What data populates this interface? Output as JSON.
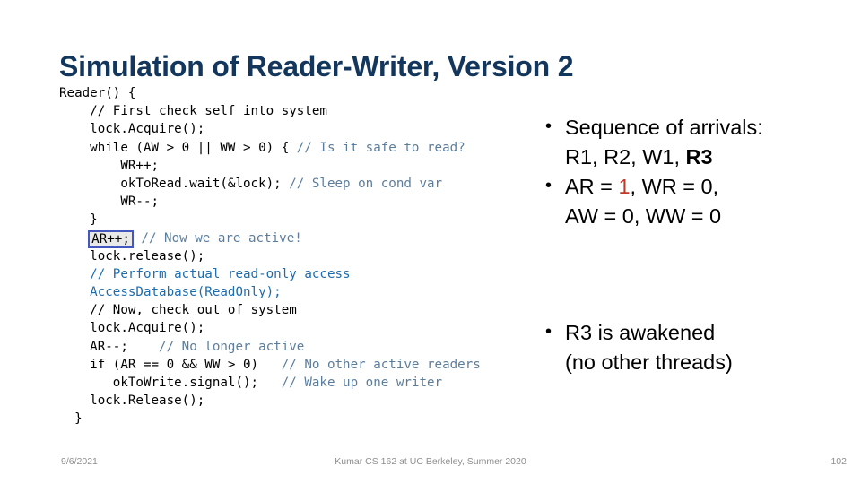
{
  "slide": {
    "title": "Simulation of Reader-Writer, Version 2",
    "title_color": "#12365C",
    "background": "#ffffff"
  },
  "code": {
    "language": "c-like",
    "colors": {
      "default": "#000000",
      "comment_gray_blue": "#5C7D9B",
      "blue_emphasis": "#1C6CAE",
      "highlight_border": "#4457BE",
      "highlight_fill": "#E9E9E9"
    },
    "lines": [
      {
        "indent": "",
        "code": "Reader() {",
        "comment": "",
        "style": "plain"
      },
      {
        "indent": "    ",
        "code": "// First check self into system",
        "comment": "",
        "style": "plain"
      },
      {
        "indent": "    ",
        "code": "lock.Acquire();",
        "comment": "",
        "style": "plain"
      },
      {
        "indent": "    ",
        "code": "while (AW > 0 || WW > 0) {",
        "comment": "// Is it safe to read?",
        "style": "plain"
      },
      {
        "indent": "        ",
        "code": "WR++;",
        "comment": "",
        "style": "plain"
      },
      {
        "indent": "        ",
        "code": "okToRead.wait(&lock);",
        "comment": "// Sleep on cond var",
        "style": "plain"
      },
      {
        "indent": "        ",
        "code": "WR--;",
        "comment": "",
        "style": "plain"
      },
      {
        "indent": "    ",
        "code": "}",
        "comment": "",
        "style": "plain"
      },
      {
        "indent": "    ",
        "code": "AR++;",
        "comment": "// Now we are active!",
        "style": "highlight"
      },
      {
        "indent": "    ",
        "code": "lock.release();",
        "comment": "",
        "style": "plain"
      },
      {
        "indent": "    ",
        "code": "// Perform actual read-only access",
        "comment": "",
        "style": "blue"
      },
      {
        "indent": "    ",
        "code": "AccessDatabase(ReadOnly);",
        "comment": "",
        "style": "blue"
      },
      {
        "indent": "    ",
        "code": "// Now, check out of system",
        "comment": "",
        "style": "plain"
      },
      {
        "indent": "    ",
        "code": "lock.Acquire();",
        "comment": "",
        "style": "plain"
      },
      {
        "indent": "    ",
        "code": "AR--;",
        "comment": "   // No longer active",
        "style": "plain"
      },
      {
        "indent": "    ",
        "code": "if (AR == 0 && WW > 0)",
        "comment": "  // No other active readers",
        "style": "plain"
      },
      {
        "indent": "       ",
        "code": "okToWrite.signal();",
        "comment": "  // Wake up one writer",
        "style": "plain"
      },
      {
        "indent": "    ",
        "code": "lock.Release();",
        "comment": "",
        "style": "plain"
      },
      {
        "indent": "  ",
        "code": "}",
        "comment": "",
        "style": "plain"
      }
    ]
  },
  "bullets_top": {
    "item1_line1": "Sequence of arrivals:",
    "item1_line2_prefix": "R1, R2, W1, ",
    "item1_line2_bold": "R3",
    "item2_prefix": "AR = ",
    "item2_red_value": "1",
    "item2_mid": ", WR = 0,",
    "item2_line2": "AW = 0, WW = 0",
    "red_color": "#C0392B"
  },
  "bullets_bottom": {
    "item1_line1": "R3 is awakened",
    "item1_line2": "(no other threads)"
  },
  "footer": {
    "date": "9/6/2021",
    "center": "Kumar CS 162 at UC Berkeley, Summer 2020",
    "page_number": "102"
  }
}
